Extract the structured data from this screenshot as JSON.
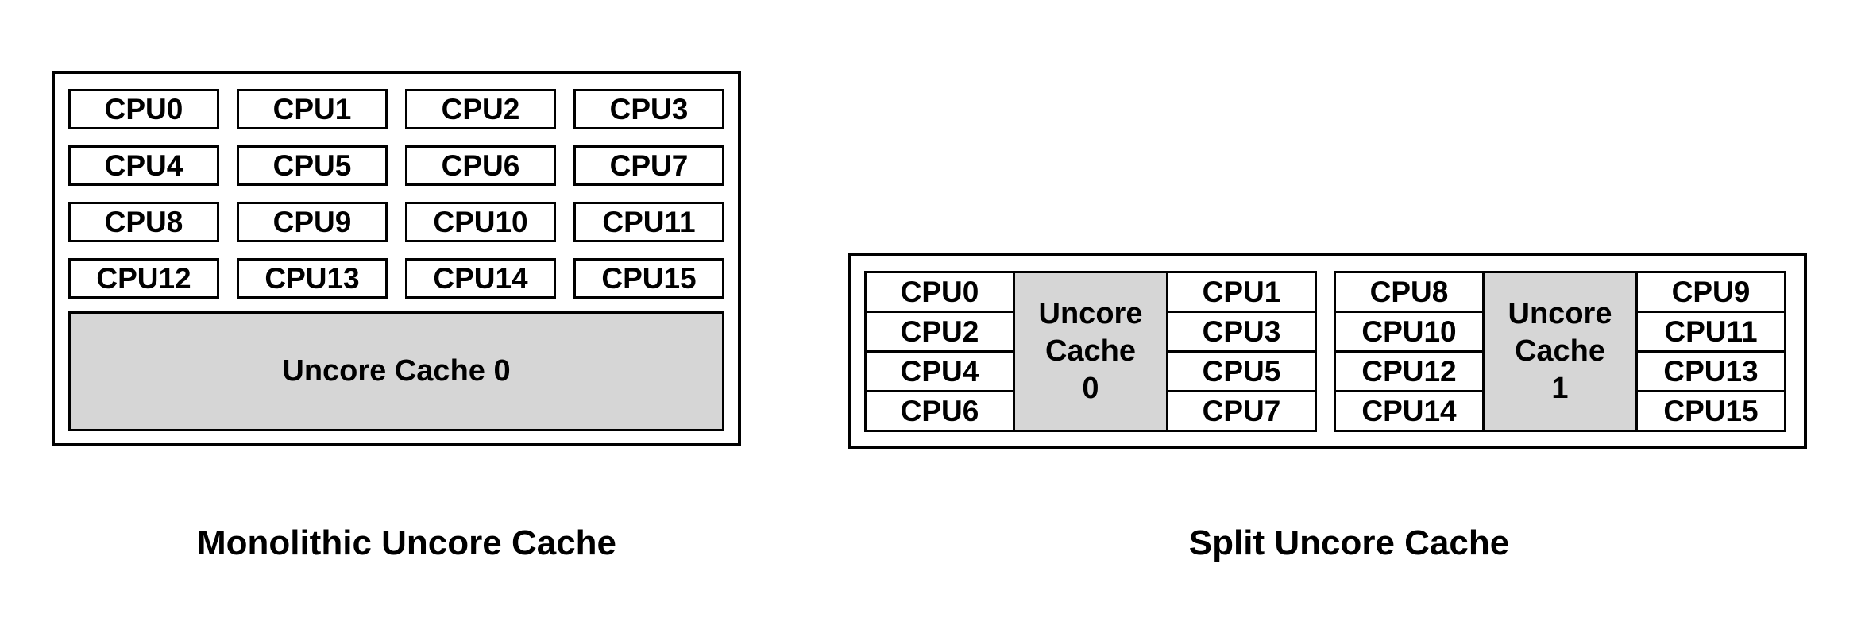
{
  "colors": {
    "border": "#000000",
    "cache_fill": "#d6d6d6",
    "background": "#ffffff"
  },
  "monolithic": {
    "title": "Monolithic Uncore Cache",
    "cpus": [
      "CPU0",
      "CPU1",
      "CPU2",
      "CPU3",
      "CPU4",
      "CPU5",
      "CPU6",
      "CPU7",
      "CPU8",
      "CPU9",
      "CPU10",
      "CPU11",
      "CPU12",
      "CPU13",
      "CPU14",
      "CPU15"
    ],
    "cache_label": "Uncore Cache 0"
  },
  "split": {
    "title": "Split Uncore Cache",
    "groups": [
      {
        "left_cpus": [
          "CPU0",
          "CPU2",
          "CPU4",
          "CPU6"
        ],
        "cache_lines": [
          "Uncore",
          "Cache",
          "0"
        ],
        "right_cpus": [
          "CPU1",
          "CPU3",
          "CPU5",
          "CPU7"
        ]
      },
      {
        "left_cpus": [
          "CPU8",
          "CPU10",
          "CPU12",
          "CPU14"
        ],
        "cache_lines": [
          "Uncore",
          "Cache",
          "1"
        ],
        "right_cpus": [
          "CPU9",
          "CPU11",
          "CPU13",
          "CPU15"
        ]
      }
    ]
  }
}
